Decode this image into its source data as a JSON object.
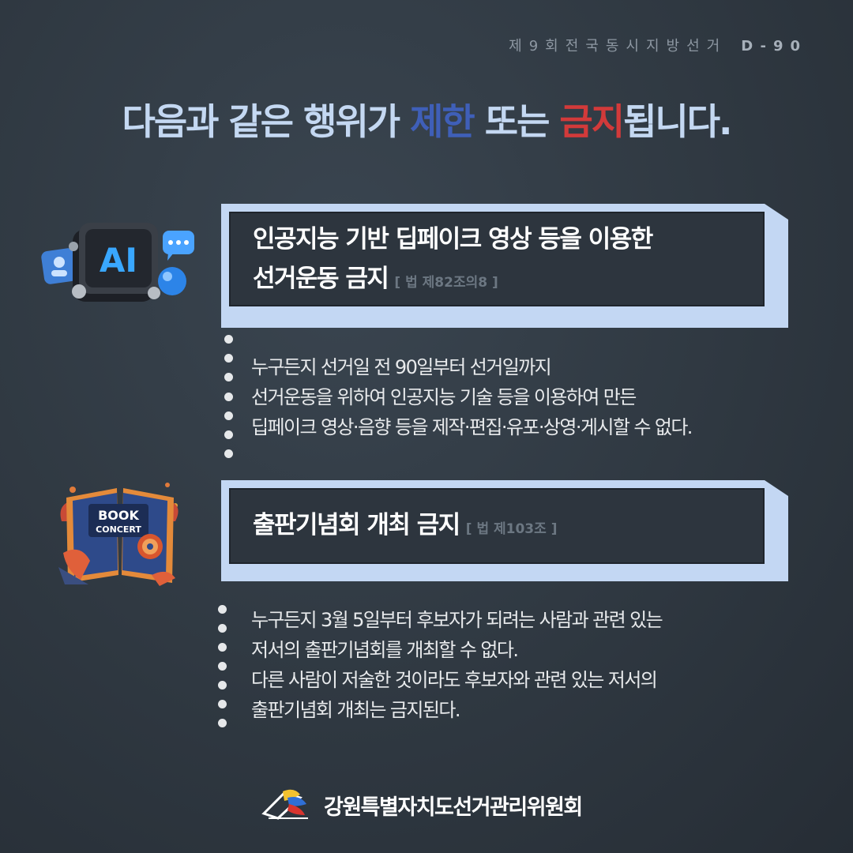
{
  "header": {
    "election": "제9회전국동시지방선거",
    "dday": "D-90"
  },
  "headline": {
    "part1": "다음과 같은 행위가 ",
    "restrict": "제한",
    "part2": " 또는 ",
    "ban": "금지",
    "part3": "됩니다."
  },
  "section1": {
    "icon_text": "AI",
    "title_line1": "인공지능 기반 딥페이크 영상 등을 이용한",
    "title_line2": "선거운동 금지",
    "law": "[ 법 제82조의8 ]",
    "lines": [
      "누구든지 선거일 전 90일부터 선거일까지",
      "선거운동을 위하여 인공지능 기술 등을 이용하여 만든",
      "딥페이크 영상·음향 등을 제작·편집·유포·상영·게시할 수 없다."
    ]
  },
  "section2": {
    "icon_text_1": "BOOK",
    "icon_text_2": "CONCERT",
    "title": "출판기념회 개최 금지",
    "law": "[ 법 제103조 ]",
    "lines": [
      "누구든지 3월 5일부터 후보자가 되려는 사람과  관련 있는",
      "저서의 출판기념회를 개최할 수 없다.",
      "다른 사람이 저술한 것이라도 후보자와 관련 있는 저서의",
      "출판기념회 개최는 금지된다."
    ]
  },
  "footer": {
    "org_name": "강원특별자치도선거관리위원회"
  }
}
